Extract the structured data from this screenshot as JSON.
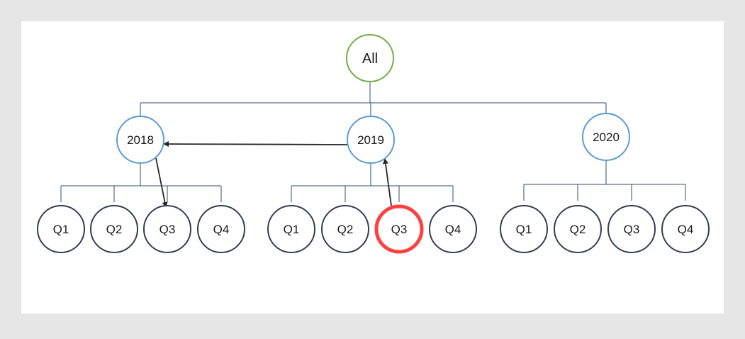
{
  "diagram": {
    "root": {
      "label": "All",
      "color": "#70ad47"
    },
    "years": [
      {
        "label": "2018",
        "quarters": [
          "Q1",
          "Q2",
          "Q3",
          "Q4"
        ]
      },
      {
        "label": "2019",
        "quarters": [
          "Q1",
          "Q2",
          "Q3",
          "Q4"
        ]
      },
      {
        "label": "2020",
        "quarters": [
          "Q1",
          "Q2",
          "Q3",
          "Q4"
        ]
      }
    ],
    "highlighted": {
      "year": "2019",
      "quarter": "Q3",
      "color": "#ff4040"
    },
    "navigation_path": [
      "2019 Q3",
      "2019",
      "2018",
      "2018 Q3"
    ],
    "colors": {
      "background": "#e6e6e6",
      "canvas": "#ffffff",
      "year_node": "#5b9bd5",
      "quarter_node": "#333f50",
      "connector": "#2f4f6f",
      "arrow": "#262626"
    }
  }
}
